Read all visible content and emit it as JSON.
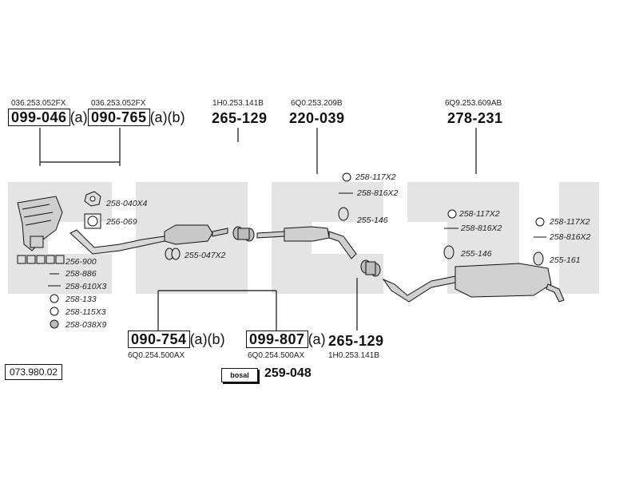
{
  "watermark": {
    "text": "bosal",
    "color": "#e6e6e6"
  },
  "top_labels": [
    {
      "oe": "036.253.052FX",
      "part": "099-046",
      "suffix": "(a)"
    },
    {
      "oe": "036.253.052FX",
      "part": "090-765",
      "suffix": "(a)(b)"
    },
    {
      "oe": "1H0.253.141B",
      "part": "265-129",
      "suffix": ""
    },
    {
      "oe": "6Q0.253.209B",
      "part": "220-039",
      "suffix": ""
    },
    {
      "oe": "6Q9.253.609AB",
      "part": "278-231",
      "suffix": ""
    }
  ],
  "small_parts": {
    "front": [
      "258-040X4",
      "256-069",
      "255-047X2"
    ],
    "left_list": [
      "256-900",
      "258-886",
      "258-610X3",
      "258-133",
      "258-115X3",
      "258-038X9"
    ],
    "mid": [
      "258-117X2",
      "258-816X2",
      "255-146"
    ],
    "rear_mid": [
      "258-117X2",
      "258-816X2",
      "255-146"
    ],
    "rear_end": [
      "258-117X2",
      "258-816X2",
      "255-161"
    ]
  },
  "bottom_labels": [
    {
      "oe": "6Q0.254.500AX",
      "part": "090-754",
      "suffix": "(a)(b)"
    },
    {
      "oe": "6Q0.254.500AX",
      "part": "099-807",
      "suffix": "(a)"
    },
    {
      "oe": "1H0.253.141B",
      "part": "265-129",
      "suffix": ""
    }
  ],
  "logo": {
    "text": "bosal",
    "part": "259-048"
  },
  "reference": "073.980.02"
}
